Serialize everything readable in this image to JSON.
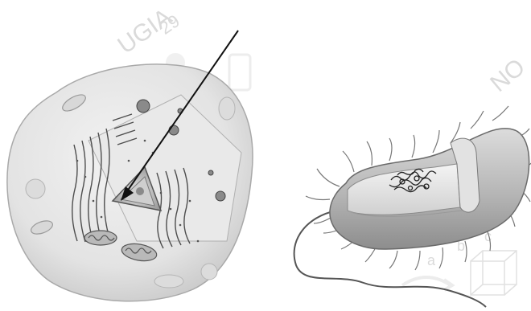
{
  "watermark": {
    "top_left": "UGIA",
    "top_left_number": "29",
    "top_right": "NO",
    "letters": [
      "a",
      "b",
      "c"
    ]
  },
  "figure": {
    "left_image": "animal-cell-cutaway",
    "right_image": "bacterial-cell-cutaway",
    "arrow_target": "nucleus"
  }
}
